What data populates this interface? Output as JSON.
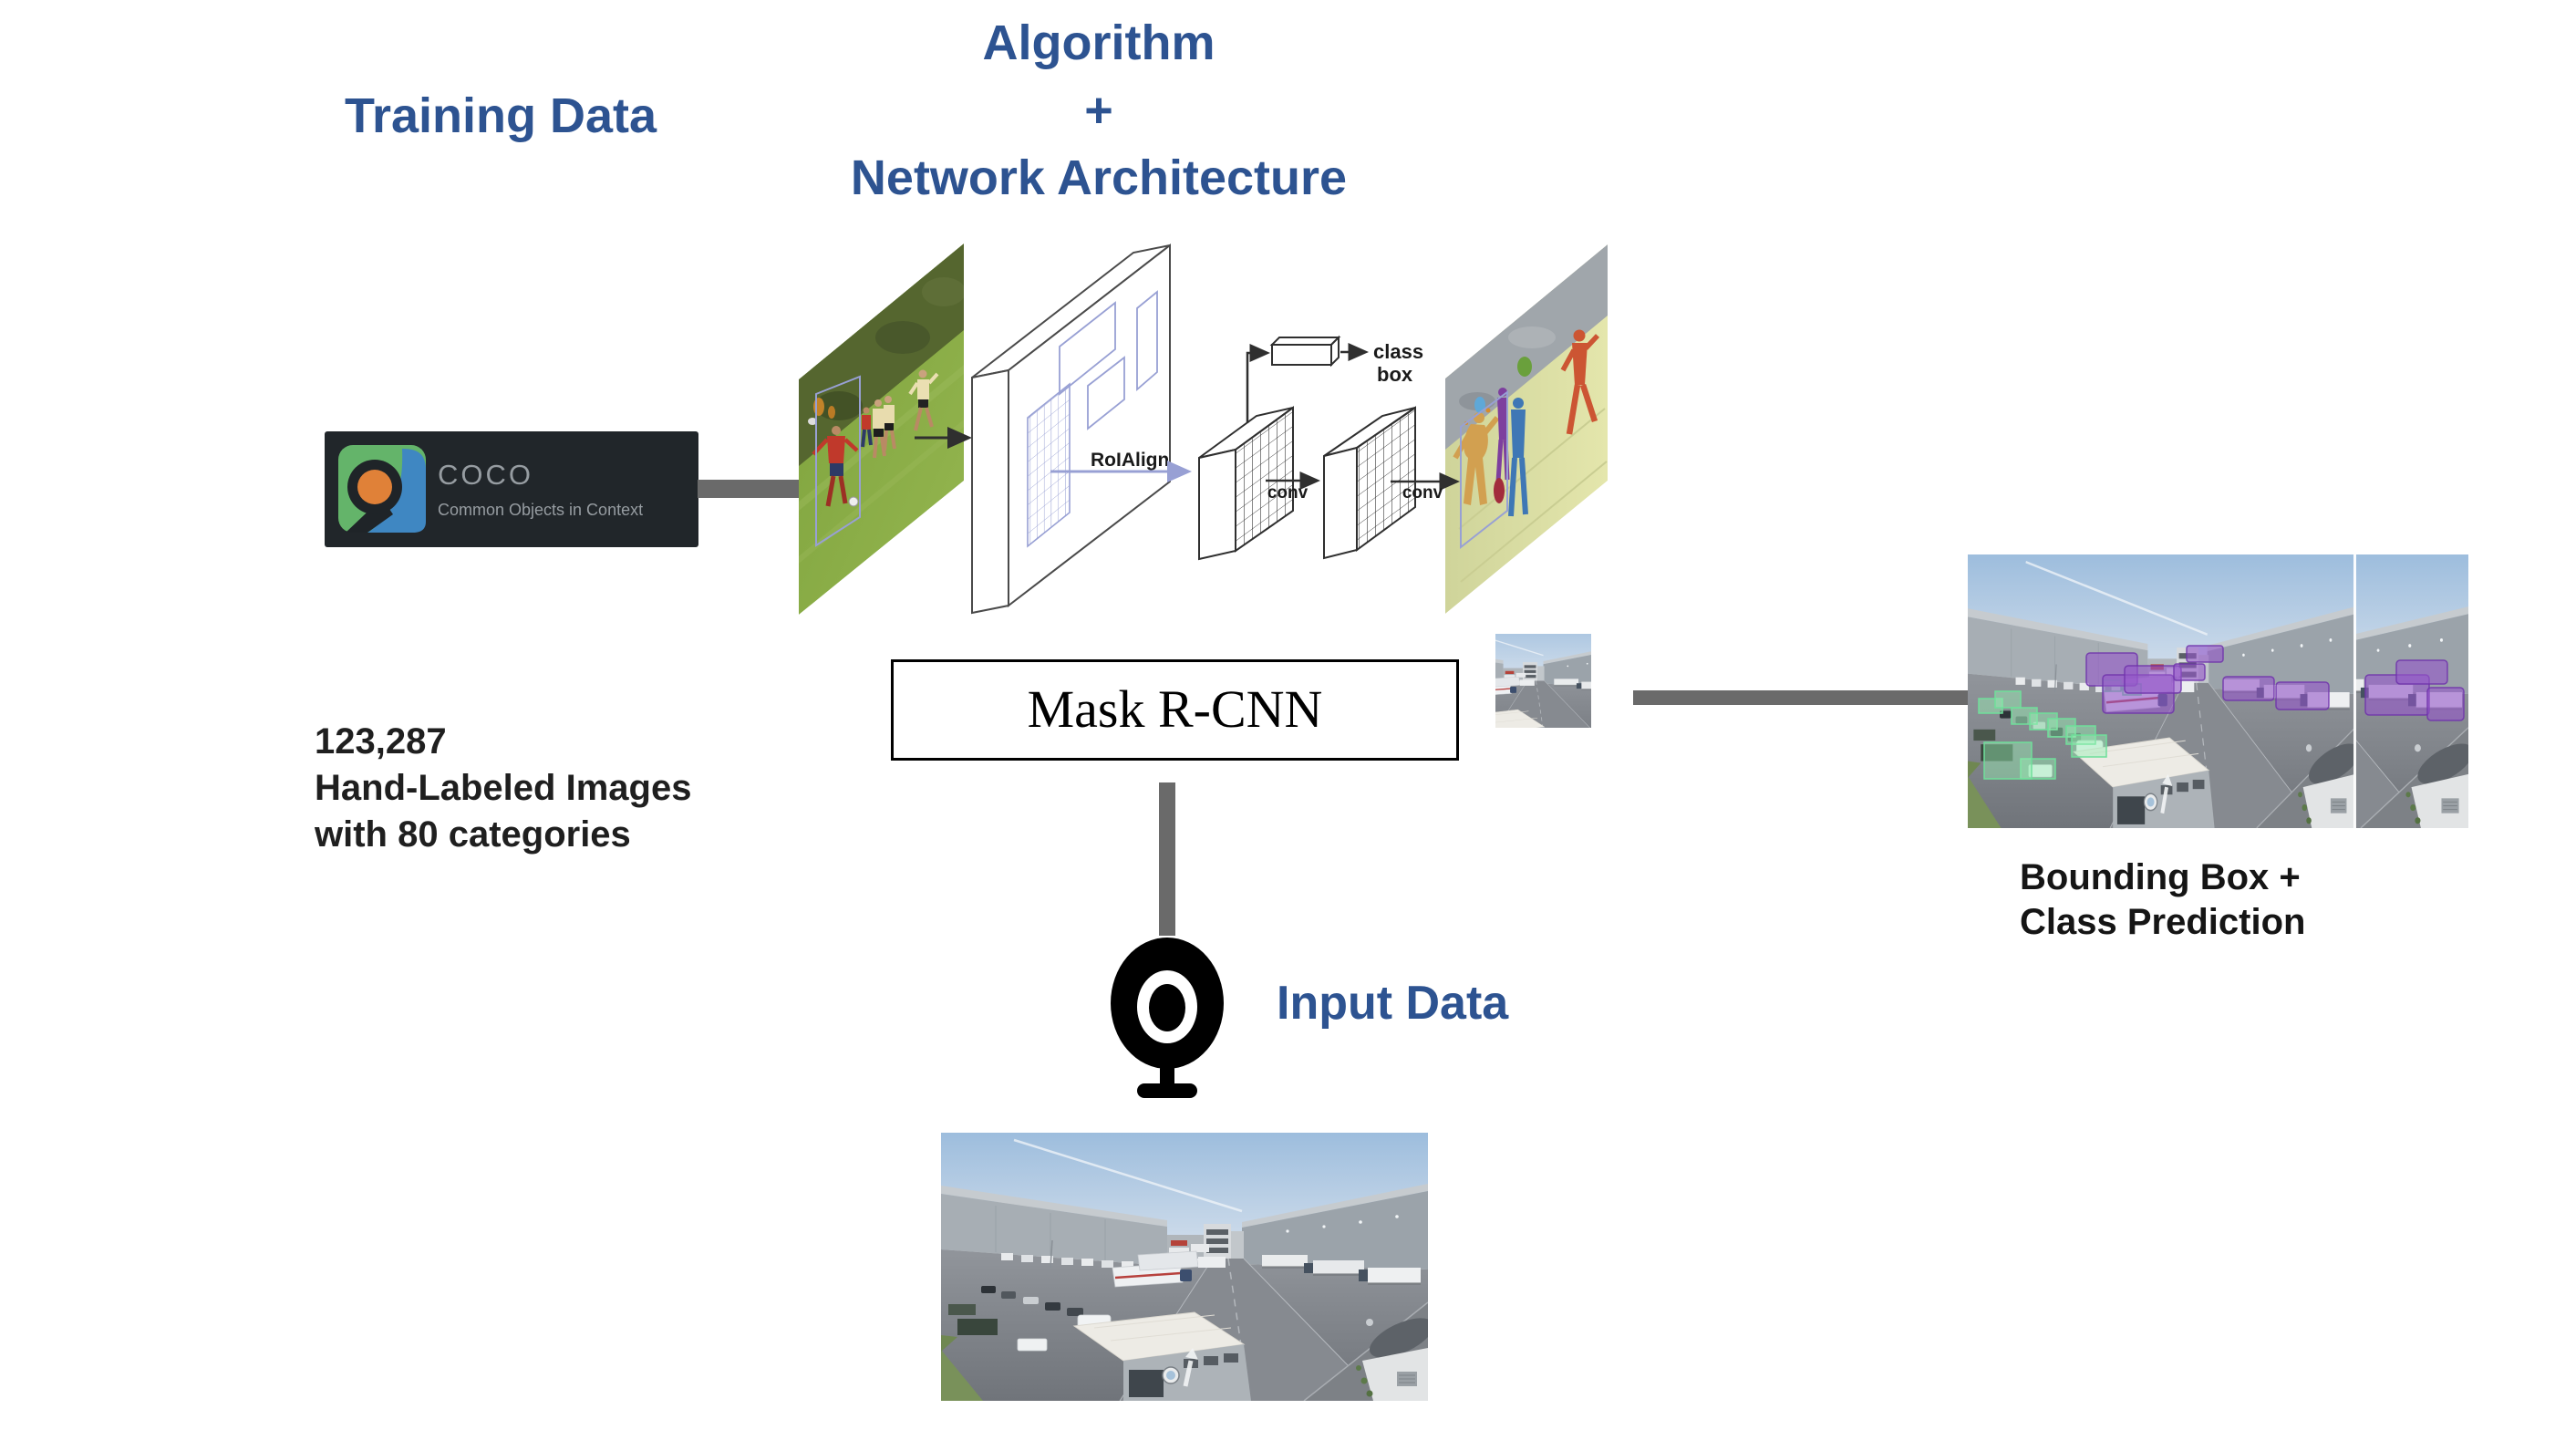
{
  "headings": {
    "training_data": "Training Data",
    "algorithm": "Algorithm",
    "plus": "+",
    "network_architecture": "Network Architecture",
    "input_data": "Input Data"
  },
  "coco_logo": {
    "title": "COCO",
    "subtitle": "Common Objects in Context"
  },
  "training_stats": {
    "count": "123,287",
    "line2": "Hand-Labeled Images",
    "line3": "with 80 categories"
  },
  "model_box": {
    "label": "Mask R-CNN"
  },
  "architecture": {
    "roialign": "RoIAlign",
    "conv_a": "conv",
    "conv_b": "conv",
    "head_class": "class",
    "head_box": "box"
  },
  "prediction_label": {
    "line1": "Bounding Box +",
    "line2": "Class Prediction"
  },
  "icons": {
    "webcam": "webcam-icon",
    "coco": "coco-logo-icon"
  },
  "colors": {
    "heading_blue": "#2d5391",
    "text_dark": "#1f1f1f",
    "connector_gray": "#6a6a6a",
    "roi_blue": "#98a0d4",
    "coco_bg": "#21262a",
    "coco_text_gray": "#969ca1",
    "detection_green": "#6fdf9a",
    "mask_purple": "#9456ca"
  }
}
